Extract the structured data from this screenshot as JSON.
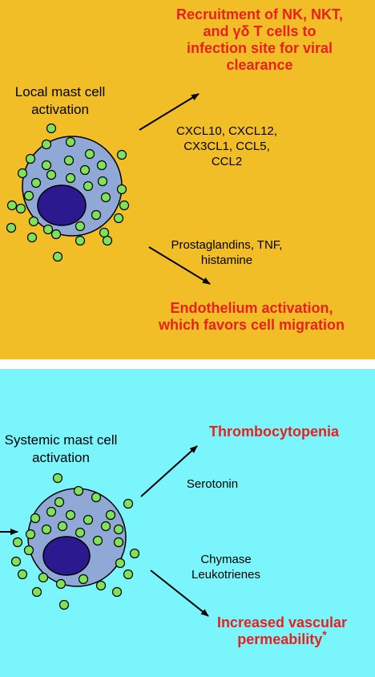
{
  "colors": {
    "top_background": "#f1be27",
    "bottom_background": "#7af5fb",
    "outcome_text": "#e8201e",
    "cell_body": "#8fa8d6",
    "nucleus": "#2b1a8f",
    "granule": "#7ee35a"
  },
  "top_panel": {
    "trigger_label": [
      "Local mast cell",
      "activation"
    ],
    "outcome_1": [
      "Recruitment of NK, NKT,",
      "and γδ T cells to",
      "infection site for viral",
      "clearance"
    ],
    "mediators_1": [
      "CXCL10, CXCL12,",
      "CX3CL1, CCL5,",
      "CCL2"
    ],
    "mediators_2": [
      "Prostaglandins, TNF,",
      "histamine"
    ],
    "outcome_2": [
      "Endothelium activation,",
      "which favors cell migration"
    ]
  },
  "bottom_panel": {
    "trigger_label": [
      "Systemic mast cell",
      "activation"
    ],
    "outcome_1": "Thrombocytopenia",
    "mediator_1": "Serotonin",
    "mediators_2": [
      "Chymase",
      "Leukotrienes"
    ],
    "outcome_2": [
      "Increased vascular",
      "permeability"
    ],
    "outcome_2_mark": "*"
  }
}
